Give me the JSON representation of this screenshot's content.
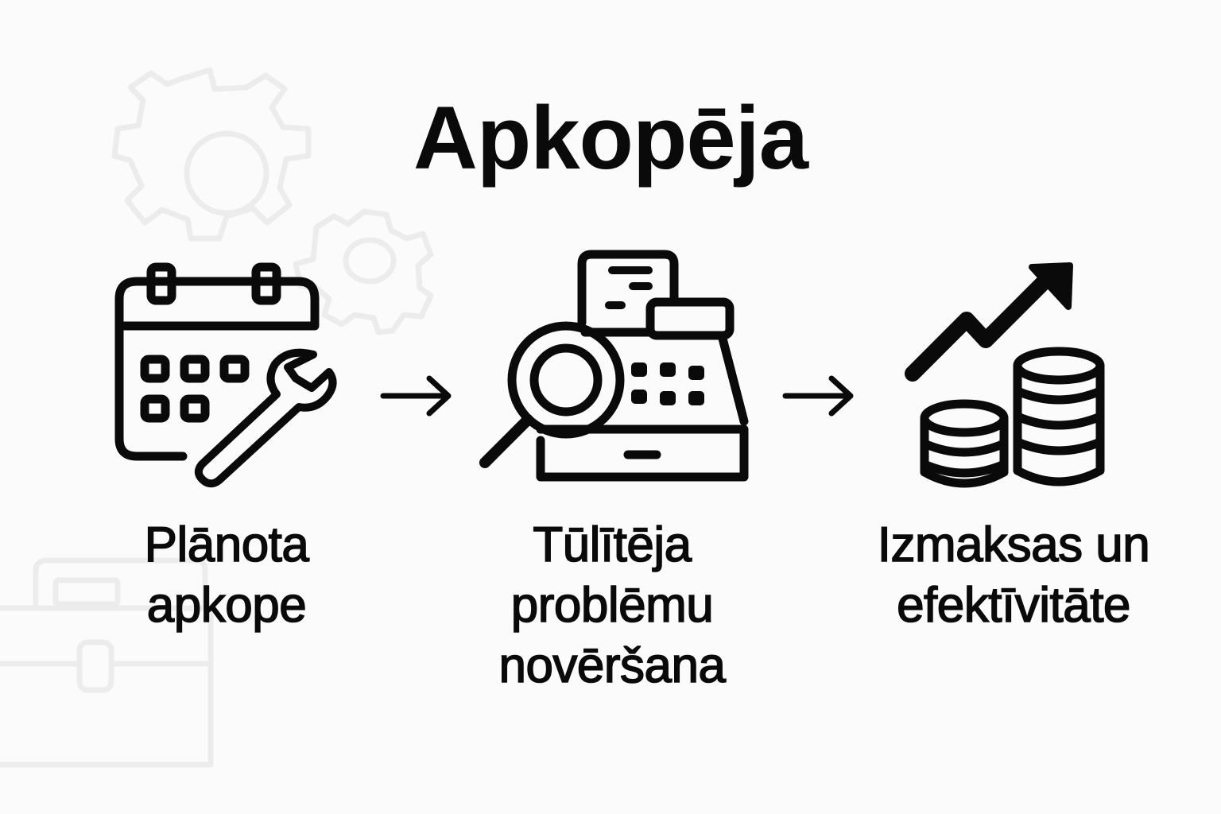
{
  "title": "Apkopēja",
  "colors": {
    "background": "#fbfbfb",
    "foreground": "#0a0a0a",
    "decoration": "#ececec"
  },
  "background_decorations": [
    "gear-large-icon",
    "gear-small-icon",
    "toolbox-icon"
  ],
  "steps": [
    {
      "icon": "calendar-wrench-icon",
      "label_lines": [
        "Plānota",
        "apkope"
      ]
    },
    {
      "icon": "cash-register-magnifier-icon",
      "label_lines": [
        "Tūlītēja",
        "problēmu",
        "novēršana"
      ]
    },
    {
      "icon": "coins-growth-arrow-icon",
      "label_lines": [
        "Izmaksas un",
        "efektīvitāte"
      ]
    }
  ],
  "connectors": [
    "arrow-right-icon",
    "arrow-right-icon"
  ]
}
